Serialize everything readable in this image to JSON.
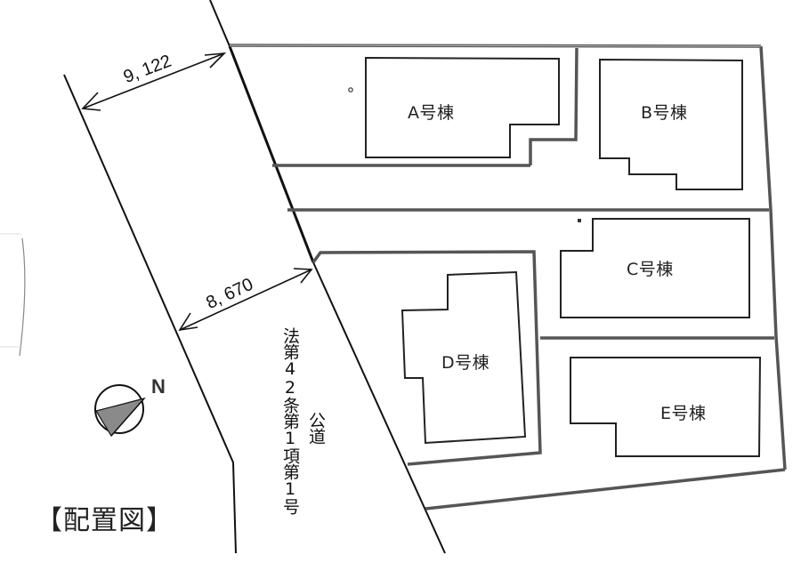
{
  "title": "【配置図】",
  "north": {
    "label": "N",
    "icon": "north-arrow-compass"
  },
  "road": {
    "name_vertical": "法第42条第1項第1号",
    "type_vertical": "公道",
    "width_north": "9, 122",
    "width_south": "8, 670"
  },
  "buildings": [
    {
      "id": "A",
      "label": "A号棟"
    },
    {
      "id": "B",
      "label": "B号棟"
    },
    {
      "id": "C",
      "label": "C号棟"
    },
    {
      "id": "D",
      "label": "D号棟"
    },
    {
      "id": "E",
      "label": "E号棟"
    }
  ],
  "colors": {
    "lot_line": "#555555",
    "building_outline": "#222222",
    "compass_fill": "#8a8a8a",
    "background": "#ffffff"
  }
}
